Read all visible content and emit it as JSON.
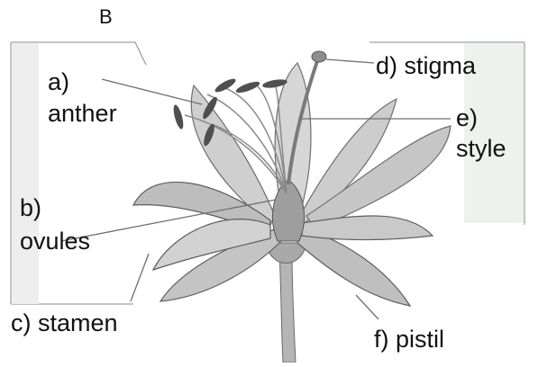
{
  "header": {
    "letter": "B"
  },
  "labels": {
    "anther_letter": "a)",
    "anther_word": "anther",
    "ovules_letter": "b)",
    "ovules_word": "ovules",
    "stamen": "c) stamen",
    "stigma": "d) stigma",
    "style_letter": "e)",
    "style_word": "style",
    "pistil": "f) pistil"
  },
  "colors": {
    "petal_fill": "#c9c9c9",
    "petal_shadow": "#9a9a9a",
    "petal_highlight": "#ececec",
    "anther": "#555555",
    "line": "#6f6f6f"
  }
}
